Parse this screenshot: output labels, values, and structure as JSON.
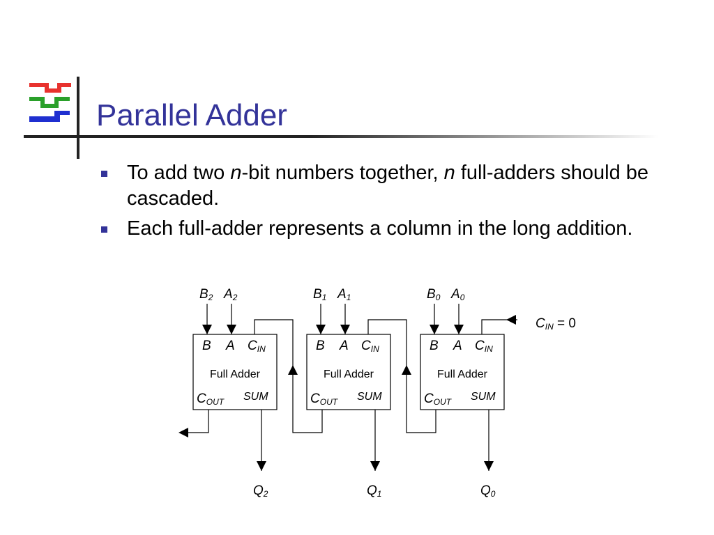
{
  "slide": {
    "title": "Parallel Adder",
    "bullets": [
      {
        "parts": [
          {
            "text": "To add two "
          },
          {
            "text": "n",
            "italic": true
          },
          {
            "text": "-bit numbers together, "
          },
          {
            "text": "n",
            "italic": true
          },
          {
            "text": " full-adders should be cascaded."
          }
        ]
      },
      {
        "parts": [
          {
            "text": "Each full-adder represents a column in the long addition."
          }
        ]
      }
    ]
  },
  "colors": {
    "title": "#333399",
    "bullet": "#333399",
    "logo_red": "#e8322e",
    "logo_green": "#2aa02a",
    "logo_blue": "#1f2fd0"
  },
  "diagram": {
    "block_title": "Full Adder",
    "port_b": "B",
    "port_a": "A",
    "port_cin": "C",
    "port_cin_sub": "IN",
    "port_cout": "C",
    "port_cout_sub": "OUT",
    "port_sum": "SUM",
    "carry_in": {
      "label": "C",
      "sub": "IN",
      "value": "= 0"
    },
    "adders": [
      {
        "b": "B",
        "b_sub": "2",
        "a": "A",
        "a_sub": "2",
        "q": "Q",
        "q_sub": "2"
      },
      {
        "b": "B",
        "b_sub": "1",
        "a": "A",
        "a_sub": "1",
        "q": "Q",
        "q_sub": "1"
      },
      {
        "b": "B",
        "b_sub": "0",
        "a": "A",
        "a_sub": "0",
        "q": "Q",
        "q_sub": "0"
      }
    ]
  }
}
